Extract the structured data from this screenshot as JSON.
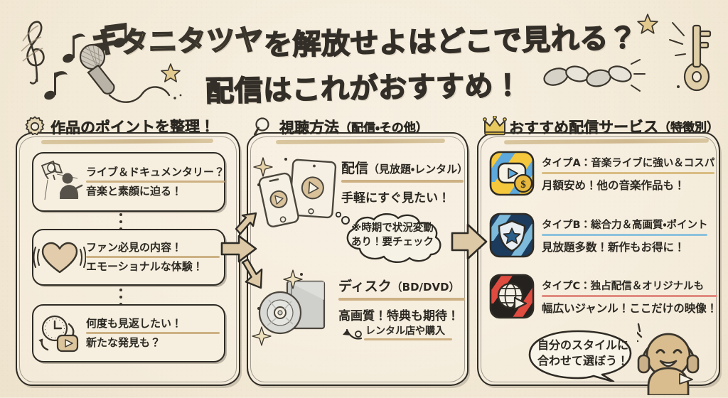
{
  "title": {
    "line1_highlight": "キタニタツヤ",
    "line1_rest": "を解放せよはどこで見れる？",
    "line2": "配信はこれがおすすめ！"
  },
  "decorations": {
    "treble_clef": "treble-clef-icon",
    "microphone": "microphone-icon",
    "music_notes": "music-note-icon",
    "star": "star-icon",
    "chain": "chain-icon",
    "key": "key-icon"
  },
  "panels": [
    {
      "id": "left",
      "icon": "gear-icon",
      "header": "作品のポイントを整理！",
      "cards": [
        {
          "icon": "spotlight-guitarist-icon",
          "top": "ライブ＆ドキュメンタリー？",
          "bottom": "音楽と素顔に迫る！"
        },
        {
          "icon": "pulsing-heart-icon",
          "top": "ファン必見の内容！",
          "bottom": "エモーショナルな体験！"
        },
        {
          "icon": "clock-replay-play-icon",
          "top": "何度も見返したい！",
          "bottom": "新たな発見も？"
        }
      ]
    },
    {
      "id": "middle",
      "icon": "magnifier-icon",
      "header_main": "視聴方法",
      "header_sub": "（配信・その他）",
      "blocks": [
        {
          "icon": "phone-tablet-play-icon",
          "title_main": "配信",
          "title_sub": "（見放題・レンタル）",
          "body": "手軽にすぐ見たい！"
        },
        {
          "icon": "disc-case-icon",
          "title_main": "ディスク",
          "title_sub": "（BD/DVD）",
          "body": "高画質！特典も期待！"
        }
      ],
      "cloud_note_line1": "※時期で状況変動",
      "cloud_note_line2": "あり！要チェック",
      "footnote": "レンタル店や購入"
    },
    {
      "id": "right",
      "icon": "crown-icon",
      "header_main": "おすすめ配信サービス",
      "header_sub": "（特徴別）",
      "services": [
        {
          "icon": "play-coin-badge-icon",
          "top": "タイプA：音楽ライブに強い＆コスパ",
          "bottom": "月額安め！他の音楽作品も！",
          "underline_color": "#d9bd83",
          "badge_color_a": "#f5c73c",
          "badge_color_b": "#5da9dd"
        },
        {
          "icon": "shield-star-badge-icon",
          "top": "タイプB：総合力＆高画質・ポイント",
          "bottom": "見放題多数！新作もお得に！",
          "underline_color": "#8cc2dd",
          "badge_color_a": "#1d3b5c",
          "badge_color_b": "#7cb9da"
        },
        {
          "icon": "globe-play-badge-icon",
          "top": "タイプC：独占配信＆オリジナルも",
          "bottom": "幅広いジャンル！ここだけの映像！",
          "underline_color": "#e08b80",
          "badge_color_a": "#24211e",
          "badge_color_b": "#e04b40"
        }
      ]
    }
  ],
  "mascot": {
    "icon": "headphone-character-icon",
    "bubble_line1": "自分のスタイルに",
    "bubble_line2": "合わせて選ぼう！"
  },
  "colors": {
    "background": "#f3ead8",
    "ink": "#2e2b25",
    "tan": "#cdb184",
    "accent_tan": "#d9c096"
  }
}
